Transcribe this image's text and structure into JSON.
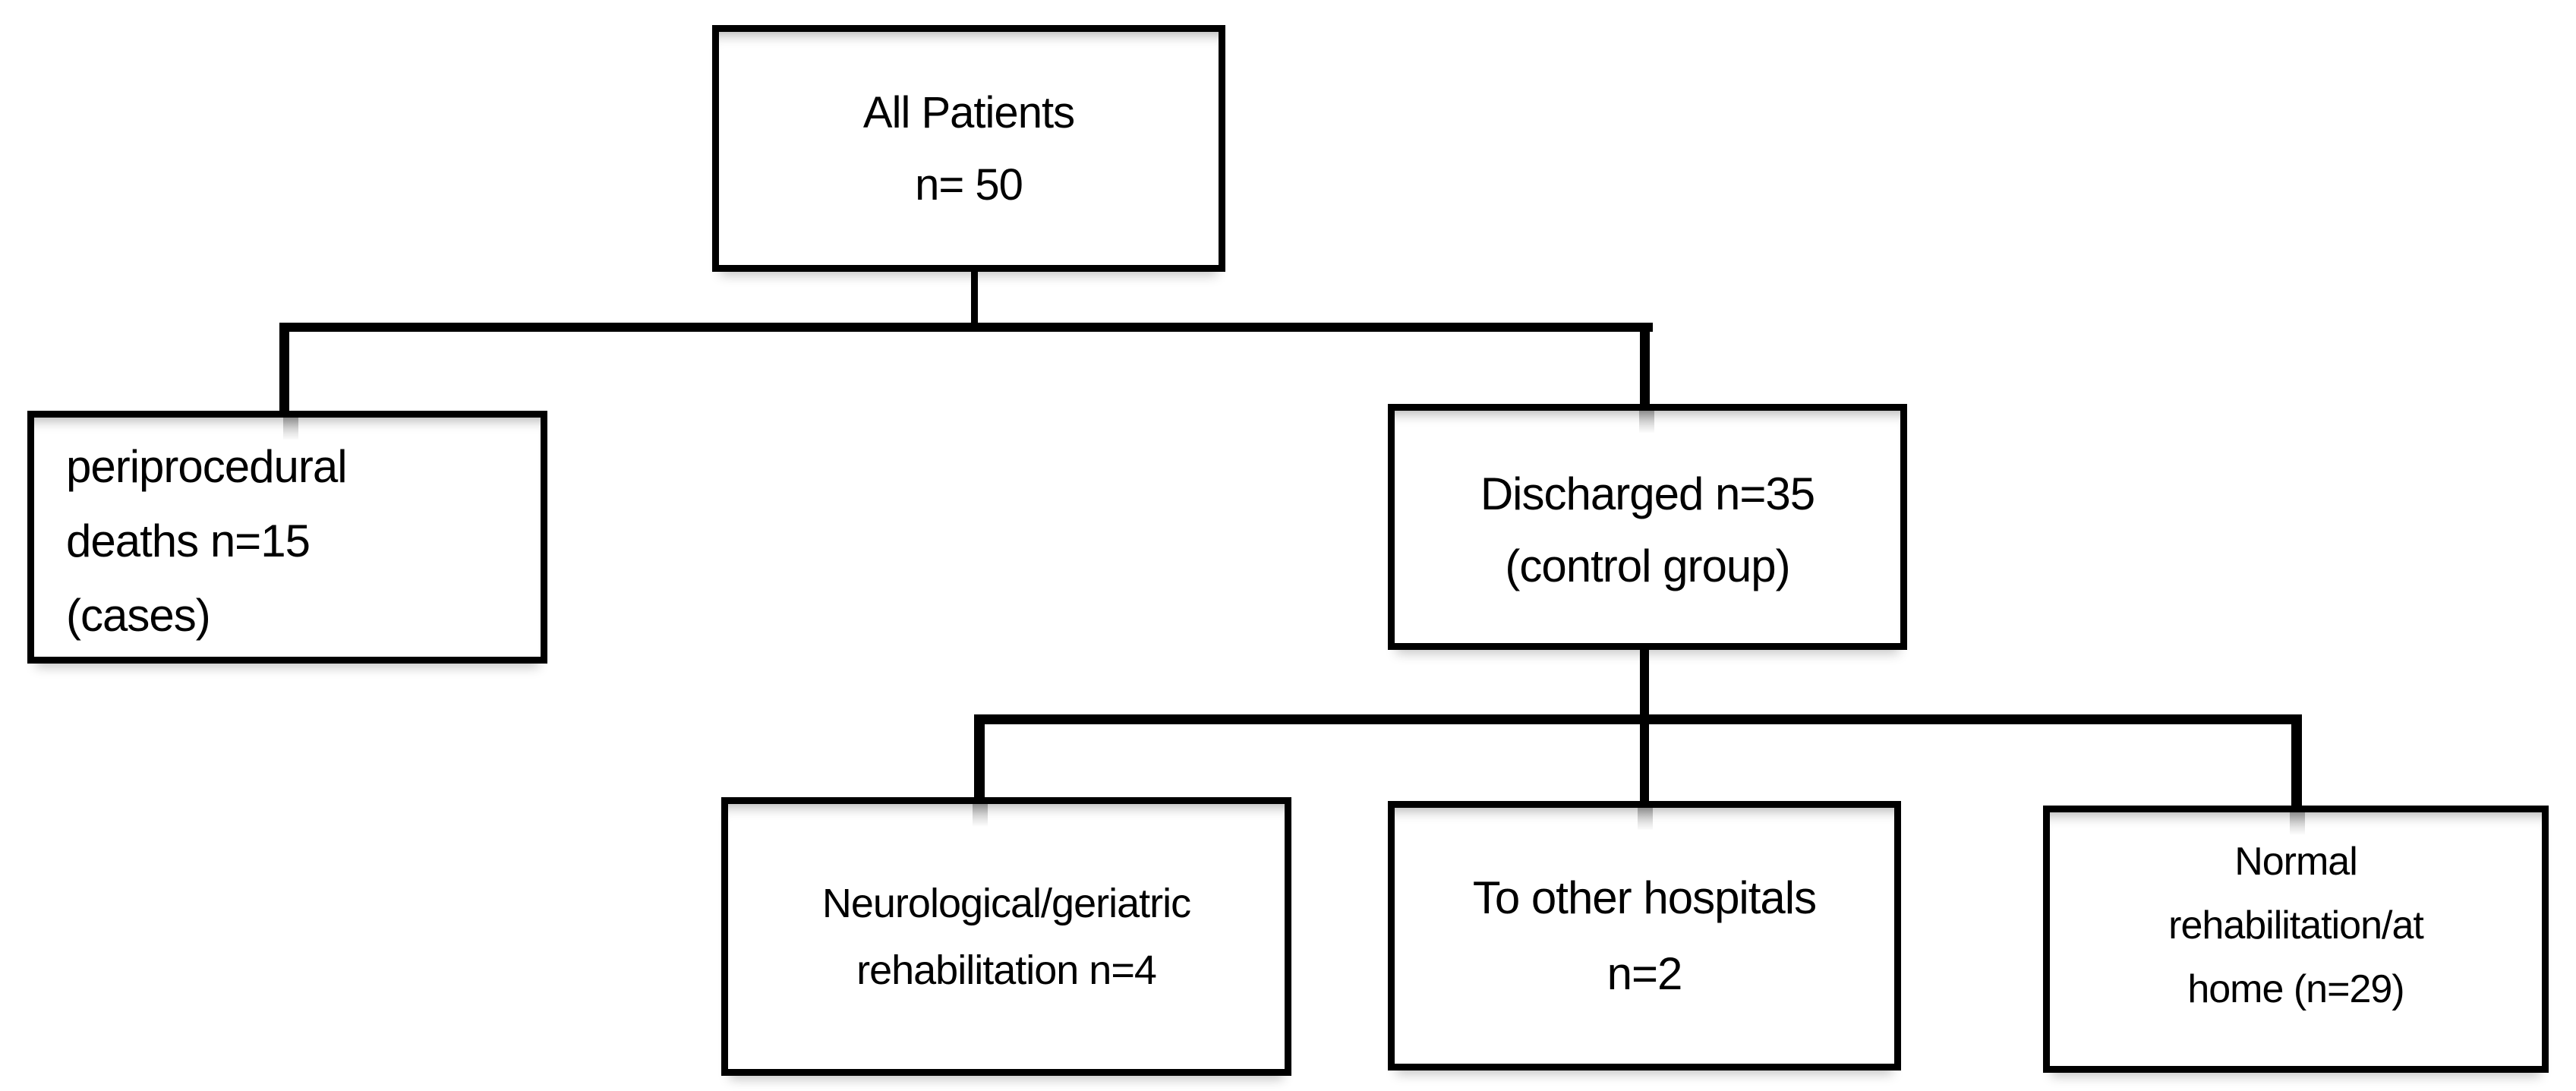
{
  "diagram": {
    "type": "flowchart",
    "background_color": "#ffffff",
    "line_color": "#000000",
    "text_color": "#000000",
    "nodes": [
      {
        "id": "all-patients",
        "lines": [
          "All Patients",
          "n= 50"
        ],
        "align": "center"
      },
      {
        "id": "periprocedural-deaths",
        "lines": [
          "periprocedural",
          "deaths n=15",
          "(cases)"
        ],
        "align": "left"
      },
      {
        "id": "discharged",
        "lines": [
          "Discharged n=35",
          "(control group)"
        ],
        "align": "center"
      },
      {
        "id": "neurological-geriatric-rehabilitation",
        "lines": [
          "Neurological/geriatric",
          "rehabilitation n=4"
        ],
        "align": "center"
      },
      {
        "id": "to-other-hospitals",
        "lines": [
          "To other hospitals",
          "n=2"
        ],
        "align": "center"
      },
      {
        "id": "normal-rehabilitation-at-home",
        "lines": [
          "Normal",
          "rehabilitation/at",
          "home (n=29)"
        ],
        "align": "center"
      }
    ],
    "edges": [
      {
        "from": "all-patients",
        "to": "periprocedural-deaths"
      },
      {
        "from": "all-patients",
        "to": "discharged"
      },
      {
        "from": "discharged",
        "to": "neurological-geriatric-rehabilitation"
      },
      {
        "from": "discharged",
        "to": "to-other-hospitals"
      },
      {
        "from": "discharged",
        "to": "normal-rehabilitation-at-home"
      }
    ],
    "counts": {
      "all_patients": 50,
      "periprocedural_deaths": 15,
      "discharged": 35,
      "neurological_geriatric_rehabilitation": 4,
      "to_other_hospitals": 2,
      "normal_rehabilitation_at_home": 29
    }
  }
}
